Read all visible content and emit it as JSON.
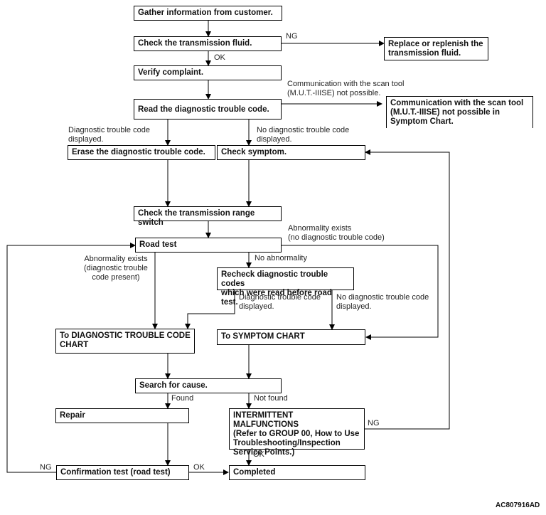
{
  "boxes": {
    "gather": "Gather information from customer.",
    "check_fluid": "Check the transmission fluid.",
    "replace_fluid": "Replace or replenish the\ntransmission fluid.",
    "verify": "Verify complaint.",
    "read_dtc": "Read the diagnostic trouble code.",
    "comm_not_possible": "Communication with the scan tool\n(M.U.T.-IIISE) not possible in\nSymptom Chart.",
    "erase_dtc": "Erase the diagnostic trouble code.",
    "check_symptom": "Check symptom.",
    "check_range_switch": "Check the transmission range switch",
    "road_test": "Road test",
    "recheck_dtc": "Recheck diagnostic trouble codes\nwhich were read before road test.",
    "to_dtc_chart": "To DIAGNOSTIC TROUBLE CODE\nCHART",
    "to_symptom_chart": "To SYMPTOM CHART",
    "search_cause": "Search for cause.",
    "repair": "Repair",
    "intermittent": "INTERMITTENT MALFUNCTIONS\n(Refer to GROUP 00, How to Use\nTroubleshooting/Inspection\nService Points.)",
    "confirmation_test": "Confirmation test (road test)",
    "completed": "Completed"
  },
  "labels": {
    "ng_fluid": "NG",
    "ok_fluid": "OK",
    "comm_note": "Communication with the scan tool\n(M.U.T.-IIISE) not possible.",
    "dtc_displayed": "Diagnostic trouble code\ndisplayed.",
    "no_dtc_displayed": "No diagnostic trouble code\ndisplayed.",
    "abnormality_no_dtc": "Abnormality exists\n(no diagnostic trouble code)",
    "abnormality_dtc_present": "Abnormality exists\n(diagnostic trouble\ncode present)",
    "no_abnormality": "No abnormality",
    "recheck_dtc_displayed": "Diagnostic trouble code\ndisplayed.",
    "recheck_no_dtc_displayed": "No diagnostic trouble code\ndisplayed.",
    "found": "Found",
    "not_found": "Not found",
    "ng_intermittent": "NG",
    "ok_intermittent": "OK",
    "ng_confirm": "NG",
    "ok_confirm": "OK"
  },
  "figure_id": "AC807916AD"
}
